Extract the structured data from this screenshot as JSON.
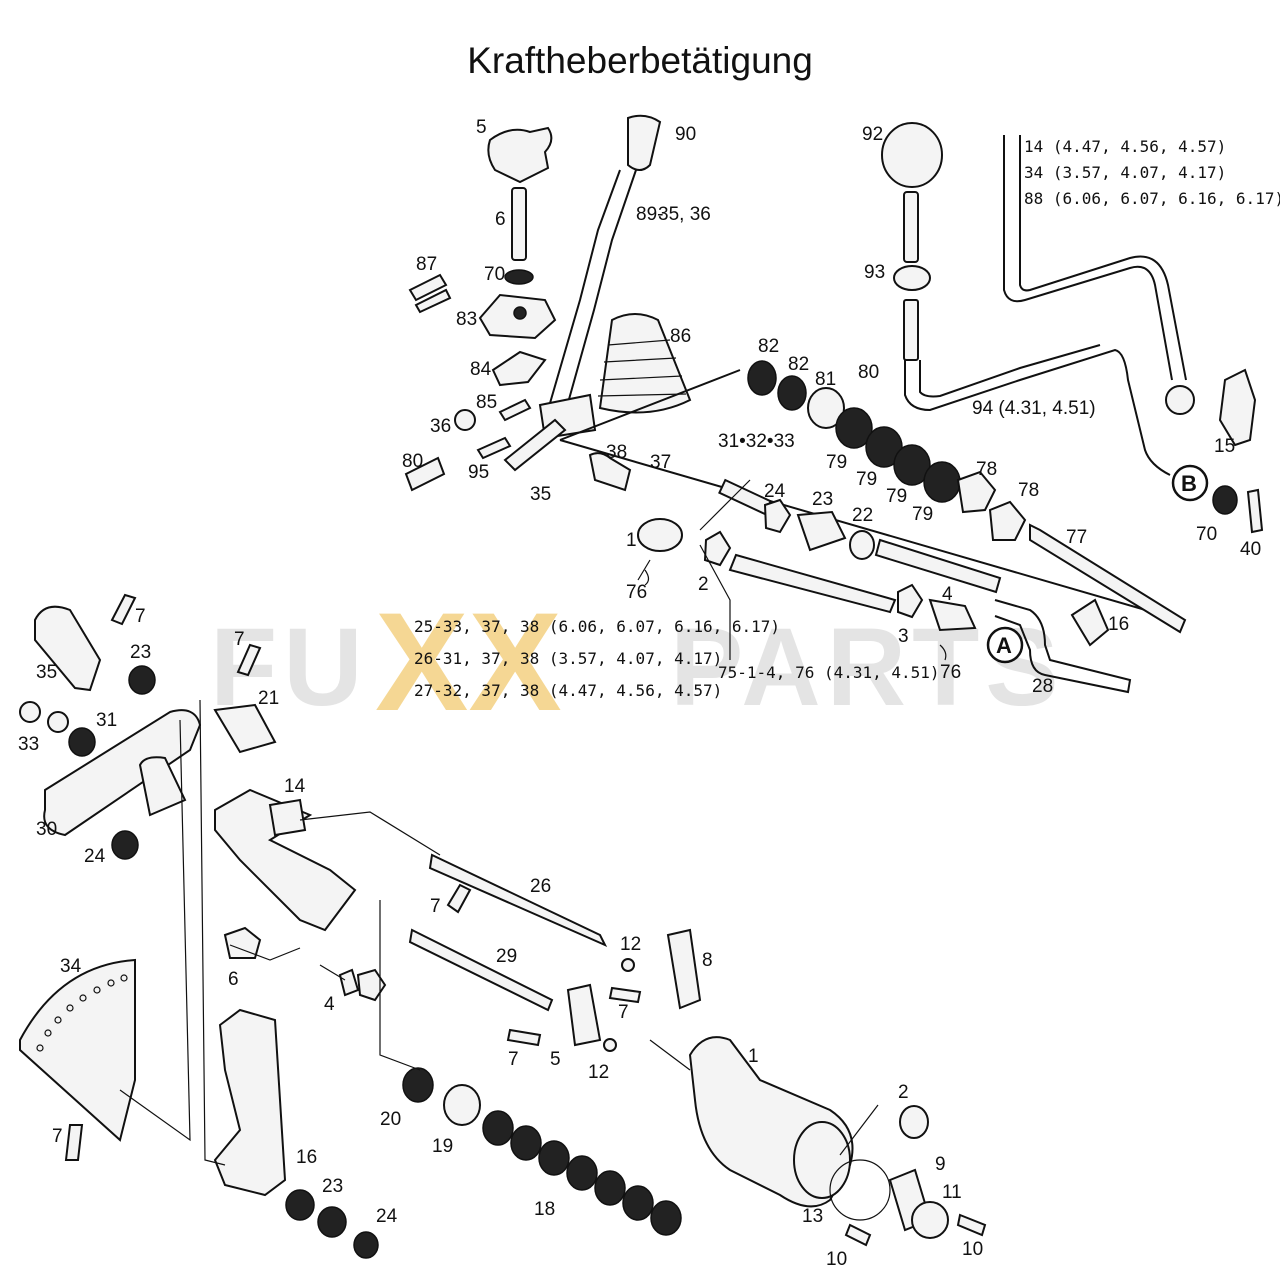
{
  "title": "Kraftheberbetätigung",
  "watermark": {
    "left": "FU",
    "xx": "XX",
    "right": "PARTS"
  },
  "callouts": {
    "c5": "5",
    "c6": "6",
    "c70": "70",
    "c87": "87",
    "c83": "83",
    "c84": "84",
    "c85": "85",
    "c36": "36",
    "c80a": "80",
    "c95": "95",
    "c35a": "35",
    "c90": "90",
    "c89": "89-",
    "c89b": "35, 36",
    "c86": "86",
    "c38": "38",
    "c37": "37",
    "c313233": "31•32•33",
    "c82a": "82",
    "c82b": "82",
    "c81": "81",
    "c80b": "80",
    "c79a": "79",
    "c79b": "79",
    "c79c": "79",
    "c78a": "78",
    "c78b": "78",
    "c24a": "24",
    "c23a": "23",
    "c22": "22",
    "c77": "77",
    "c92": "92",
    "c93": "93",
    "c94": "94 (4.31, 4.51)",
    "c15": "15",
    "cB": "B",
    "c70b": "70",
    "c40": "40",
    "c1a": "1",
    "c2a": "2",
    "c76a": "76",
    "c4a": "4",
    "c3a": "3",
    "cA": "A",
    "c76b": "76",
    "c16a": "16",
    "c28": "28",
    "c7a": "7",
    "c35b": "35",
    "c23b": "23",
    "c7b": "7",
    "c21": "21",
    "c33": "33",
    "c31": "31",
    "c30": "30",
    "c24b": "24",
    "c14": "14",
    "c6b": "6",
    "c4b": "4",
    "c34": "34",
    "c7c": "7",
    "c16b": "16",
    "c23c": "23",
    "c24c": "24",
    "c26": "26",
    "c7d": "7",
    "c29": "29",
    "c12a": "12",
    "c8": "8",
    "c7e": "7",
    "c7f": "7",
    "c5b": "5",
    "c12b": "12",
    "c1b": "1",
    "c20": "20",
    "c19": "19",
    "c18": "18",
    "c2b": "2",
    "c9": "9",
    "c11": "11",
    "c13": "13",
    "c10a": "10",
    "c10b": "10"
  },
  "notes": {
    "n14": "14 (4.47, 4.56, 4.57)",
    "n34": "34 (3.57, 4.07, 4.17)",
    "n88": "88 (6.06, 6.07, 6.16, 6.17)",
    "n25": "25-33, 37, 38 (6.06, 6.07, 6.16, 6.17)",
    "n26": "26-31, 37, 38 (3.57, 4.07, 4.17)",
    "n27": "27-32, 37, 38 (4.47, 4.56, 4.57)",
    "n75": "75-1-4, 76 (4.31, 4.51)"
  }
}
